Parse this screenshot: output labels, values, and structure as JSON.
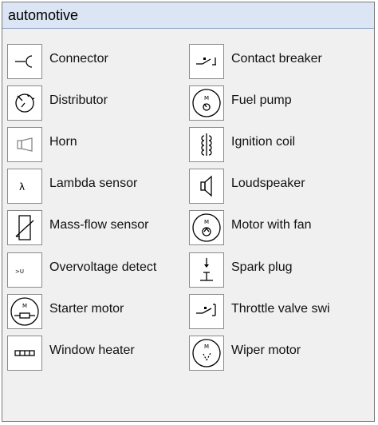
{
  "panel": {
    "title": "automotive"
  },
  "items": [
    {
      "label": "Connector",
      "icon": "connector-icon"
    },
    {
      "label": "Contact breaker",
      "icon": "contact-breaker-icon"
    },
    {
      "label": "Distributor",
      "icon": "distributor-icon"
    },
    {
      "label": "Fuel pump",
      "icon": "fuel-pump-icon"
    },
    {
      "label": "Horn",
      "icon": "horn-icon"
    },
    {
      "label": "Ignition coil",
      "icon": "ignition-coil-icon"
    },
    {
      "label": "Lambda sensor",
      "icon": "lambda-sensor-icon",
      "glyph": "λ"
    },
    {
      "label": "Loudspeaker",
      "icon": "loudspeaker-icon"
    },
    {
      "label": "Mass-flow sensor",
      "icon": "mass-flow-sensor-icon"
    },
    {
      "label": "Motor with fan",
      "icon": "motor-with-fan-icon",
      "glyph": "M"
    },
    {
      "label": "Overvoltage detect",
      "icon": "overvoltage-detect-icon",
      "glyph": ">U"
    },
    {
      "label": "Spark plug",
      "icon": "spark-plug-icon"
    },
    {
      "label": "Starter motor",
      "icon": "starter-motor-icon",
      "glyph": "M"
    },
    {
      "label": "Throttle valve swi",
      "icon": "throttle-valve-switch-icon"
    },
    {
      "label": "Window heater",
      "icon": "window-heater-icon"
    },
    {
      "label": "Wiper motor",
      "icon": "wiper-motor-icon",
      "glyph": "M"
    }
  ],
  "fuel_pump_glyph": "M"
}
